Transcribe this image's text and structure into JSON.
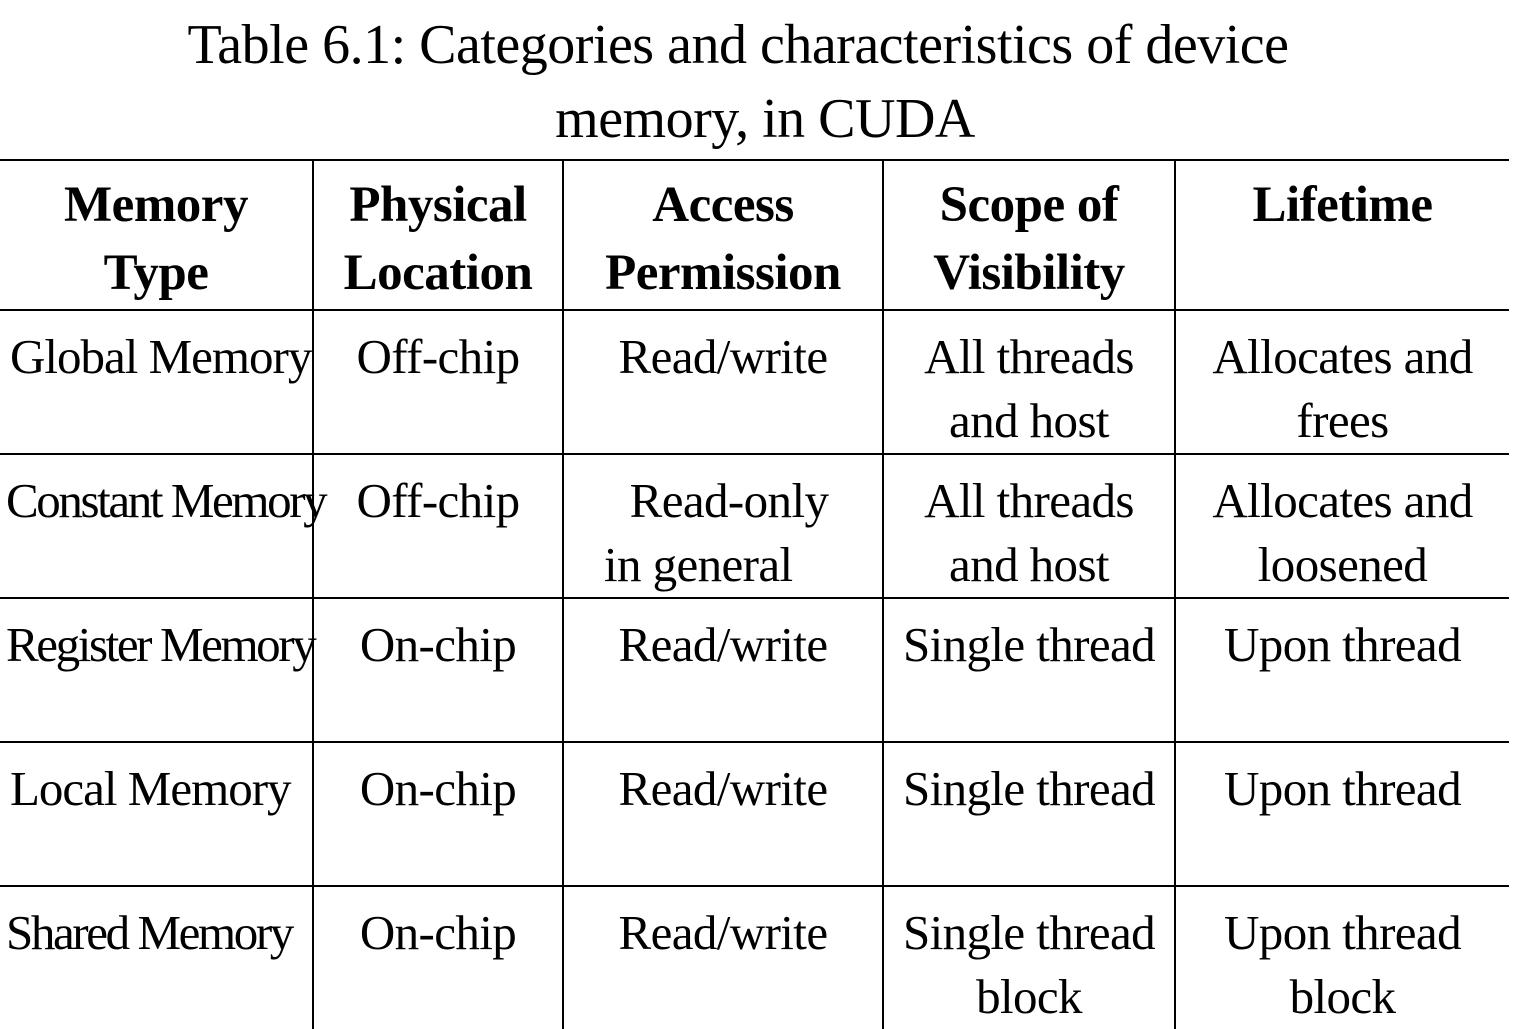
{
  "title": {
    "line1": "Table 6.1: Categories and characteristics of device",
    "line2": "memory, in CUDA"
  },
  "table": {
    "headers": [
      {
        "line1": "Memory",
        "line2": "Type"
      },
      {
        "line1": "Physical",
        "line2": "Location"
      },
      {
        "line1": "Access",
        "line2": "Permission"
      },
      {
        "line1": "Scope of",
        "line2": "Visibility"
      },
      {
        "line1": "Lifetime",
        "line2": ""
      }
    ],
    "rows": [
      {
        "memory_type": "Global Memory",
        "physical_location": "Off-chip",
        "access_permission": {
          "line1": "Read/write",
          "line2": ""
        },
        "scope_of_visibility": {
          "line1": "All threads",
          "line2": "and host"
        },
        "lifetime": {
          "line1": "Allocates and",
          "line2": "frees"
        }
      },
      {
        "memory_type": "Constant Memory",
        "physical_location": "Off-chip",
        "access_permission": {
          "line1": "Read-only",
          "line2": "in general"
        },
        "scope_of_visibility": {
          "line1": "All threads",
          "line2": "and host"
        },
        "lifetime": {
          "line1": "Allocates and",
          "line2": "loosened"
        }
      },
      {
        "memory_type": "Register Memory",
        "physical_location": "On-chip",
        "access_permission": {
          "line1": "Read/write",
          "line2": ""
        },
        "scope_of_visibility": {
          "line1": "Single thread",
          "line2": ""
        },
        "lifetime": {
          "line1": "Upon thread",
          "line2": ""
        }
      },
      {
        "memory_type": "Local Memory",
        "physical_location": "On-chip",
        "access_permission": {
          "line1": "Read/write",
          "line2": ""
        },
        "scope_of_visibility": {
          "line1": "Single thread",
          "line2": ""
        },
        "lifetime": {
          "line1": "Upon thread",
          "line2": ""
        }
      },
      {
        "memory_type": "Shared Memory",
        "physical_location": "On-chip",
        "access_permission": {
          "line1": "Read/write",
          "line2": ""
        },
        "scope_of_visibility": {
          "line1": "Single thread",
          "line2": "block"
        },
        "lifetime": {
          "line1": "Upon thread",
          "line2": "block"
        }
      }
    ]
  }
}
